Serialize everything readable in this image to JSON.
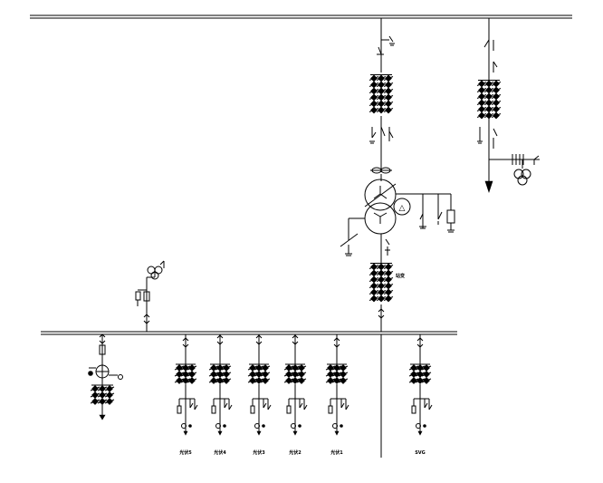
{
  "diagram": {
    "feeders": [
      {
        "label": "光伏5"
      },
      {
        "label": "光伏4"
      },
      {
        "label": "光伏3"
      },
      {
        "label": "光伏2"
      },
      {
        "label": "光伏1"
      },
      {
        "label": "SVG"
      }
    ],
    "main_transformer": {
      "symbol": "△"
    },
    "lv_tag": "站变"
  }
}
